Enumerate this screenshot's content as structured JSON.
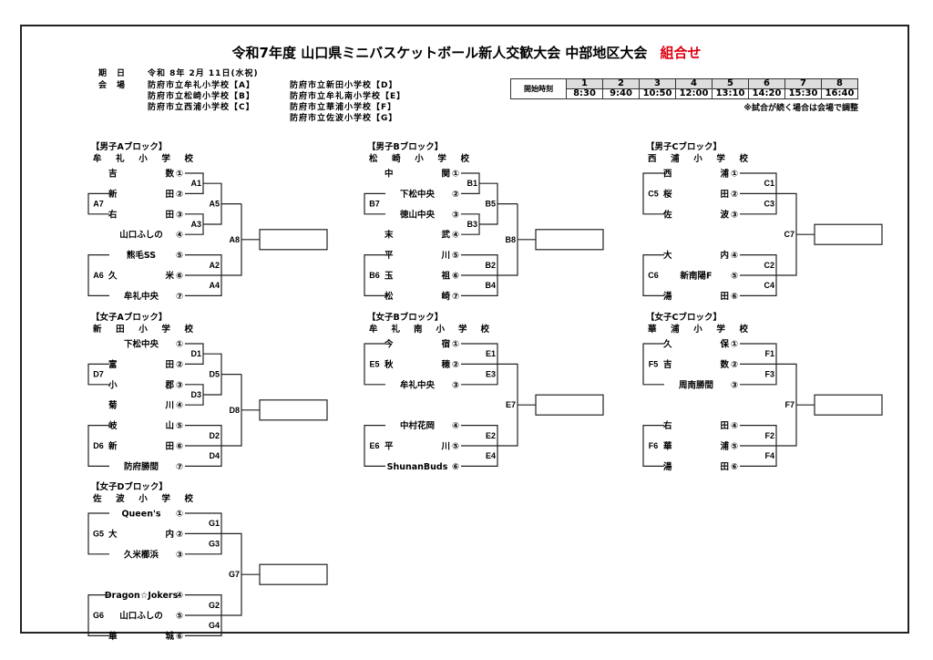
{
  "title": "令和7年度 山口県ミニバスケットボール新人交歓大会 中部地区大会",
  "title_accent": "組合せ",
  "colors": {
    "accent": "#e00010",
    "schedule_header_bg": "#dddddd"
  },
  "info": {
    "date_label": "期　日",
    "date": "令和 8年 2月 11日(水祝)",
    "venue_label": "会　場",
    "venues": [
      "防府市立牟礼小学校【A】",
      "防府市立松崎小学校【B】",
      "防府市立西浦小学校【C】",
      "防府市立新田小学校【D】",
      "防府市立牟礼南小学校【E】",
      "防府市立華浦小学校【F】",
      "防府市立佐波小学校【G】"
    ]
  },
  "schedule": {
    "header": "開始時刻",
    "slots": [
      {
        "no": "1",
        "time": "8:30"
      },
      {
        "no": "2",
        "time": "9:40"
      },
      {
        "no": "3",
        "time": "10:50"
      },
      {
        "no": "4",
        "time": "12:00"
      },
      {
        "no": "5",
        "time": "13:10"
      },
      {
        "no": "6",
        "time": "14:20"
      },
      {
        "no": "7",
        "time": "15:30"
      },
      {
        "no": "8",
        "time": "16:40"
      }
    ],
    "note": "※試合が続く場合は会場で調整"
  },
  "blocks": [
    {
      "title": "【男子Aブロック】",
      "venue": "牟礼小学校",
      "type": 7,
      "teams": [
        {
          "name": "吉数",
          "no": "①"
        },
        {
          "name": "新田",
          "no": "②"
        },
        {
          "name": "右田",
          "no": "③"
        },
        {
          "name": "山口ふしの",
          "no": "④"
        },
        {
          "name": "熊毛SS",
          "no": "⑤"
        },
        {
          "name": "久米",
          "no": "⑥"
        },
        {
          "name": "牟礼中央",
          "no": "⑦"
        }
      ],
      "games": {
        "r1_top": "A1",
        "r1_mid": "A3",
        "r2_top": "A5",
        "b_top": "A2",
        "b_bottom": "A4",
        "final": "A8",
        "left_top": "A7",
        "left_bottom": "A6"
      }
    },
    {
      "title": "【男子Bブロック】",
      "venue": "松崎小学校",
      "type": 7,
      "teams": [
        {
          "name": "中関",
          "no": "①"
        },
        {
          "name": "下松中央",
          "no": "②"
        },
        {
          "name": "徳山中央",
          "no": "③"
        },
        {
          "name": "末武",
          "no": "④"
        },
        {
          "name": "平川",
          "no": "⑤"
        },
        {
          "name": "玉祖",
          "no": "⑥"
        },
        {
          "name": "松崎",
          "no": "⑦"
        }
      ],
      "games": {
        "r1_top": "B1",
        "r1_mid": "B3",
        "r2_top": "B5",
        "b_top": "B2",
        "b_bottom": "B4",
        "final": "B8",
        "left_top": "B7",
        "left_bottom": "B6"
      }
    },
    {
      "title": "【男子Cブロック】",
      "venue": "西浦小学校",
      "type": 6,
      "teams": [
        {
          "name": "西浦",
          "no": "①"
        },
        {
          "name": "桜田",
          "no": "②"
        },
        {
          "name": "佐波",
          "no": "③"
        },
        {
          "name": "大内",
          "no": "④"
        },
        {
          "name": "新南陽F",
          "no": "⑤"
        },
        {
          "name": "湯田",
          "no": "⑥"
        }
      ],
      "games": {
        "t1": "C1",
        "t2": "C3",
        "b1": "C2",
        "b2": "C4",
        "final": "C7",
        "left_top": "C5",
        "left_bottom": "C6"
      }
    },
    {
      "title": "【女子Aブロック】",
      "venue": "新田小学校",
      "type": 7,
      "teams": [
        {
          "name": "下松中央",
          "no": "①"
        },
        {
          "name": "富田",
          "no": "②"
        },
        {
          "name": "小郡",
          "no": "③"
        },
        {
          "name": "菊川",
          "no": "④"
        },
        {
          "name": "岐山",
          "no": "⑤"
        },
        {
          "name": "新田",
          "no": "⑥"
        },
        {
          "name": "防府勝間",
          "no": "⑦"
        }
      ],
      "games": {
        "r1_top": "D1",
        "r1_mid": "D3",
        "r2_top": "D5",
        "b_top": "D2",
        "b_bottom": "D4",
        "final": "D8",
        "left_top": "D7",
        "left_bottom": "D6"
      }
    },
    {
      "title": "【女子Bブロック】",
      "venue": "牟礼南小学校",
      "type": 6,
      "teams": [
        {
          "name": "今宿",
          "no": "①"
        },
        {
          "name": "秋穂",
          "no": "②"
        },
        {
          "name": "牟礼中央",
          "no": "③"
        },
        {
          "name": "中村花岡",
          "no": "④"
        },
        {
          "name": "平川",
          "no": "⑤"
        },
        {
          "name": "ShunanBuds",
          "no": "⑥"
        }
      ],
      "games": {
        "t1": "E1",
        "t2": "E3",
        "b1": "E2",
        "b2": "E4",
        "final": "E7",
        "left_top": "E5",
        "left_bottom": "E6"
      }
    },
    {
      "title": "【女子Cブロック】",
      "venue": "華浦小学校",
      "type": 6,
      "teams": [
        {
          "name": "久保",
          "no": "①"
        },
        {
          "name": "吉数",
          "no": "②"
        },
        {
          "name": "周南勝間",
          "no": "③"
        },
        {
          "name": "右田",
          "no": "④"
        },
        {
          "name": "華浦",
          "no": "⑤"
        },
        {
          "name": "湯田",
          "no": "⑥"
        }
      ],
      "games": {
        "t1": "F1",
        "t2": "F3",
        "b1": "F2",
        "b2": "F4",
        "final": "F7",
        "left_top": "F5",
        "left_bottom": "F6"
      }
    },
    {
      "title": "【女子Dブロック】",
      "venue": "佐波小学校",
      "type": 6,
      "teams": [
        {
          "name": "Queen's",
          "no": "①"
        },
        {
          "name": "大内",
          "no": "②"
        },
        {
          "name": "久米櫛浜",
          "no": "③"
        },
        {
          "name": "Dragon☆Jokers",
          "no": "④"
        },
        {
          "name": "山口ふしの",
          "no": "⑤"
        },
        {
          "name": "華城",
          "no": "⑥"
        }
      ],
      "games": {
        "t1": "G1",
        "t2": "G3",
        "b1": "G2",
        "b2": "G4",
        "final": "G7",
        "left_top": "G5",
        "left_bottom": "G6"
      }
    }
  ]
}
